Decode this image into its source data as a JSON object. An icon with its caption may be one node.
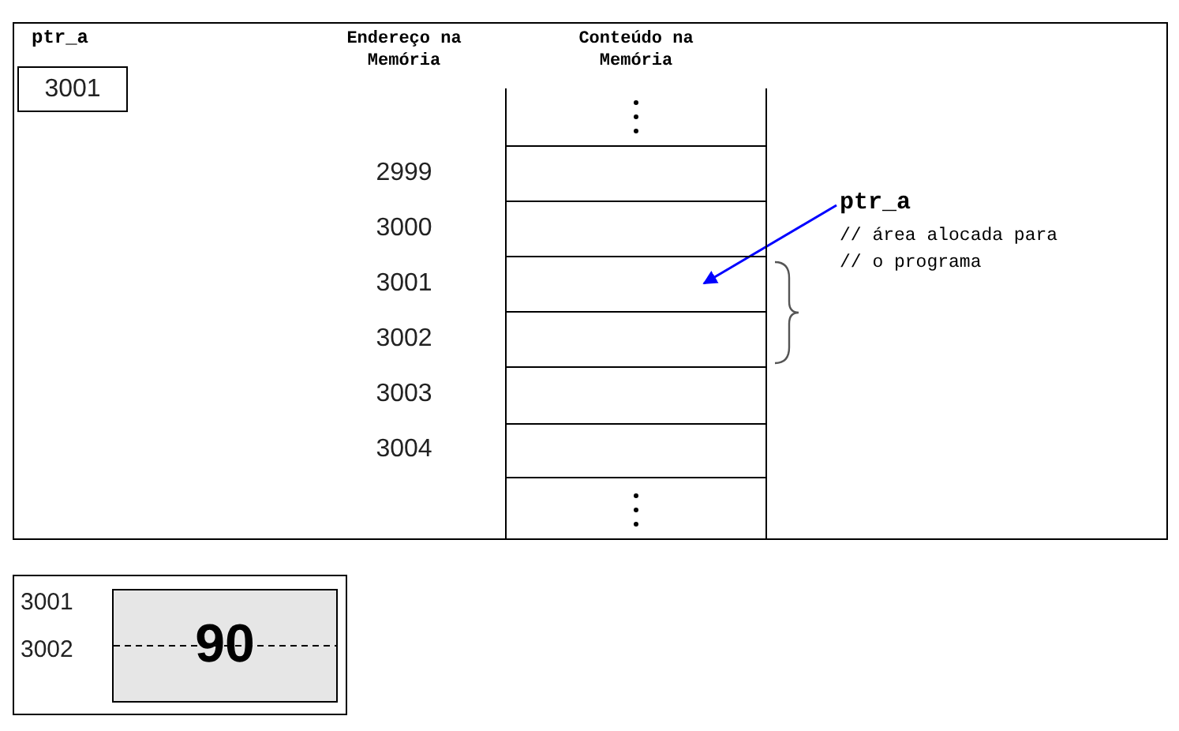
{
  "diagram": {
    "nodes": [
      {
        "text": [
          "ptr_a",
          "3001"
        ]
      },
      {
        "text": [],
        "shape": "box"
      },
      {
        "text": [],
        "shape": "box",
        "beside": [
          "2999"
        ]
      },
      {
        "text": [],
        "shape": "box",
        "beside": [
          "3000"
        ]
      },
      {
        "text": [],
        "shape": "box",
        "beside": [
          "3001"
        ]
      },
      {
        "text": [],
        "shape": "box",
        "beside": [
          "3002"
        ]
      },
      {
        "text": [],
        "shape": "box",
        "beside": [
          "3003"
        ]
      },
      {
        "text": [],
        "shape": "box",
        "beside": [
          "3004"
        ]
      },
      {
        "text": [],
        "shape": "box"
      },
      {
        "text": [
          "ptr_a",
          "// área alocada para // o programa"
        ]
      },
      {
        "text": [
          "3001",
          "3002"
        ]
      },
      {
        "text": [
          "90"
        ],
        "in": 10
      }
    ],
    "edges": [
      {
        "from": 9,
        "to": 4,
        "arrow": "to",
        "color": "#0000ff"
      }
    ],
    "labels": [
      "Endereço na Memória",
      "Conteúdo na Memória"
    ]
  }
}
